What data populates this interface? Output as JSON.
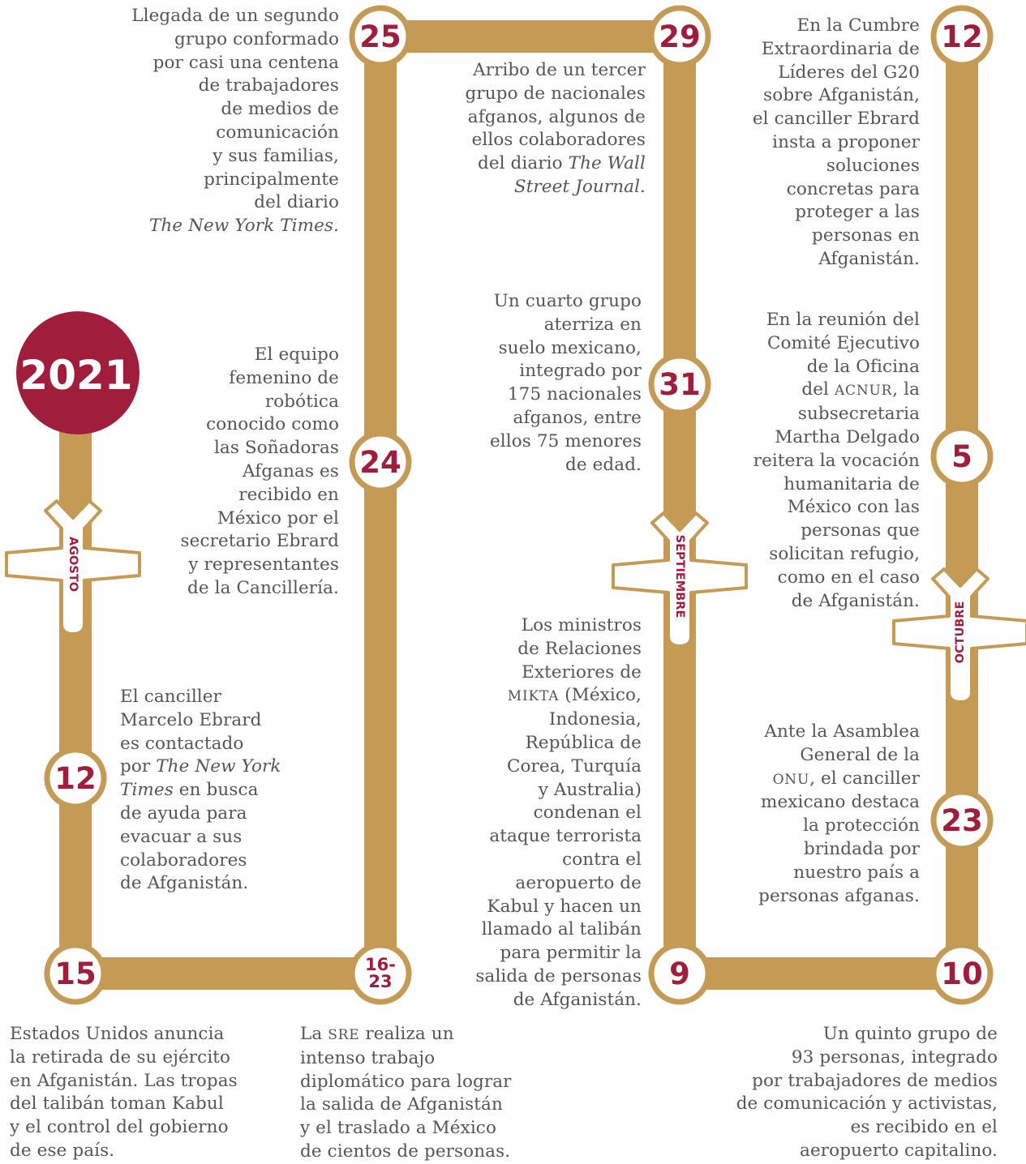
{
  "colors": {
    "gold": "#C49A55",
    "crimson": "#A01E3C",
    "text": "#555555",
    "white": "#FFFFFF"
  },
  "year": "2021",
  "months": [
    "AGOSTO",
    "SEPTIEMBRE",
    "OCTUBRE"
  ],
  "nodes": [
    "25",
    "29",
    "12",
    "24",
    "31",
    "5",
    "12",
    "23",
    "15",
    "16-\n23",
    "9",
    "10"
  ],
  "events": [
    {
      "parts": [
        {
          "t": "Llegada de un segundo\ngrupo conformado\npor casi una centena\nde trabajadores\nde medios de\ncomunicación\ny sus familias,\nprincipalmente\ndel diario\n"
        },
        {
          "t": "The New York Times.",
          "i": true
        }
      ]
    },
    {
      "parts": [
        {
          "t": "Arribo de un tercer\ngrupo de nacionales\nafganos, algunos de\nellos colaboradores\ndel diario "
        },
        {
          "t": "The Wall\nStreet Journal.",
          "i": true
        }
      ]
    },
    {
      "parts": [
        {
          "t": "En la Cumbre\nExtraordinaria de\nLíderes del G20\nsobre Afganistán,\nel canciller Ebrard\ninsta a proponer\nsoluciones\nconcretas para\nproteger a las\npersonas en\nAfganistán."
        }
      ]
    },
    {
      "parts": [
        {
          "t": "El equipo\nfemenino de\nrobótica\nconocido como\nlas Soñadoras\nAfganas es\nrecibido en\nMéxico por el\nsecretario Ebrard\ny representantes\nde la Cancillería."
        }
      ]
    },
    {
      "parts": [
        {
          "t": "Un cuarto grupo\naterriza en\nsuelo mexicano,\nintegrado por\n175 nacionales\nafganos, entre\nellos 75 menores\nde edad."
        }
      ]
    },
    {
      "parts": [
        {
          "t": "En la reunión del\nComité Ejecutivo\nde la Oficina\ndel "
        },
        {
          "t": "ACNUR",
          "sc": true
        },
        {
          "t": ", la\nsubsecretaria\nMartha Delgado\nreitera la vocación\nhumanitaria de\nMéxico con las\npersonas que\nsolicitan refugio,\ncomo en el caso\nde Afganistán."
        }
      ]
    },
    {
      "parts": [
        {
          "t": "El canciller\nMarcelo Ebrard\nes contactado\npor "
        },
        {
          "t": "The New York\nTimes",
          "i": true
        },
        {
          "t": " en busca\nde ayuda para\nevacuar a sus\ncolaboradores\nde Afganistán."
        }
      ]
    },
    {
      "parts": [
        {
          "t": "Los ministros\nde Relaciones\nExteriores de\n"
        },
        {
          "t": "MIKTA",
          "sc": true
        },
        {
          "t": " (México,\nIndonesia,\nRepública de\nCorea, Turquía\ny Australia)\ncondenan el\nataque terrorista\ncontra el\naeropuerto de\nKabul y hacen un\nllamado al talibán\npara permitir la\nsalida de personas\nde Afganistán."
        }
      ]
    },
    {
      "parts": [
        {
          "t": "Ante la Asamblea\nGeneral de la\n"
        },
        {
          "t": "ONU",
          "sc": true
        },
        {
          "t": ", el canciller\nmexicano destaca\nla protección\nbrindada por\nnuestro país a\npersonas afganas."
        }
      ]
    },
    {
      "parts": [
        {
          "t": "Estados Unidos anuncia\nla retirada de su ejército\nen Afganistán. Las tropas\ndel talibán toman Kabul\ny el control del gobierno\nde ese país."
        }
      ]
    },
    {
      "parts": [
        {
          "t": "La "
        },
        {
          "t": "SRE",
          "sc": true
        },
        {
          "t": " realiza un\nintenso trabajo\ndiplomático para lograr\nla salida de Afganistán\ny el traslado a México\nde cientos de personas."
        }
      ]
    },
    {
      "parts": [
        {
          "t": "Un quinto grupo de\n93 personas, integrado\npor trabajadores de medios\nde comunicación y activistas,\nes recibido en el\naeropuerto capitalino."
        }
      ]
    }
  ]
}
